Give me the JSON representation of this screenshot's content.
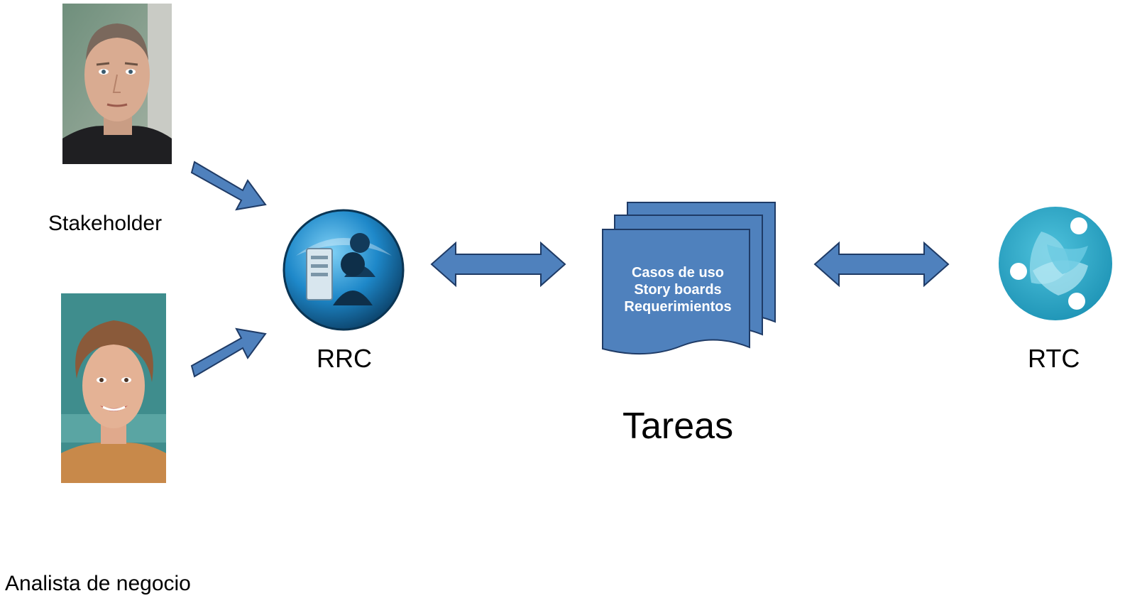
{
  "people": {
    "stakeholder": {
      "label": "Stakeholder"
    },
    "analyst": {
      "label": "Analista de negocio"
    }
  },
  "tools": {
    "rrc": {
      "label": "RRC"
    },
    "rtc": {
      "label": "RTC"
    }
  },
  "artifacts": {
    "title": "Tareas",
    "items": [
      "Casos de uso",
      "Story boards",
      "Requerimientos"
    ]
  },
  "colors": {
    "arrow_fill": "#4f81bd",
    "arrow_stroke": "#1f3b66",
    "document_fill": "#4f81bd",
    "rrc_icon": "#1e88c9",
    "rtc_icon": "#2aa8c8"
  }
}
